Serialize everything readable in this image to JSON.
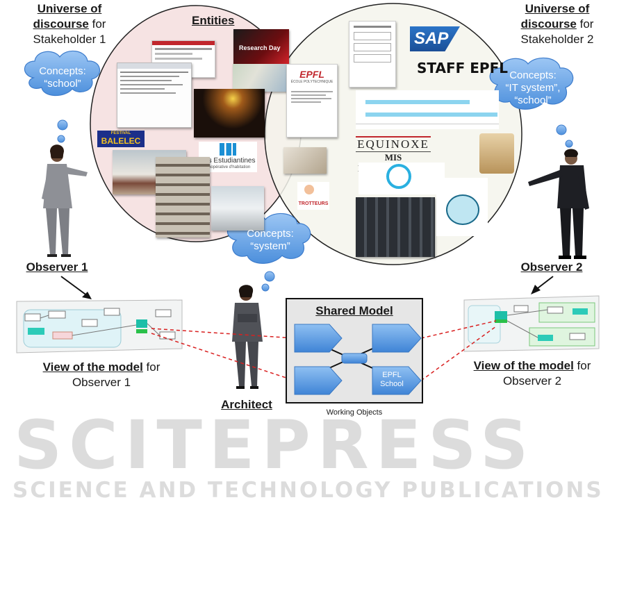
{
  "stakeholder1": {
    "line1": "Universe of",
    "line2_underlined": "discourse",
    "line2_rest": " for",
    "line3": "Stakeholder 1",
    "concepts_label": "Concepts:",
    "concepts_value": "“school”"
  },
  "stakeholder2": {
    "line1": "Universe of",
    "line2_underlined": "discourse",
    "line2_rest": " for",
    "line3": "Stakeholder 2",
    "concepts_label": "Concepts:",
    "concepts_value": "“IT system”,",
    "concepts_value2": "“school”"
  },
  "entities_title": "Entities",
  "entity_texts": {
    "research_day": "Research Day",
    "festival": "FESTIVAL",
    "balelec": "BALELEC",
    "les_etudiantines": "Les Estudiantines",
    "cooperative": "Coopérative d'habitation",
    "epfl": "EPFL",
    "ecole": "ÉCOLE POLYTECHNIQUE",
    "sap": "SAP",
    "staff_epfl": "STAFF EPFL",
    "equinoxe": "EQUINOXE",
    "mis_development": "MIS DEVELOPMENT",
    "trotteurs": "TROTTEURS"
  },
  "architect": {
    "concepts_label": "Concepts:",
    "concepts_value": "“system”",
    "label": "Architect"
  },
  "observer1": {
    "label": "Observer 1",
    "view_underlined": "View of the model",
    "view_rest": " for",
    "view_line2": "Observer 1"
  },
  "observer2": {
    "label": "Observer 2",
    "view_underlined": "View of the model",
    "view_rest": " for",
    "view_line2": "Observer 2"
  },
  "shared_model": {
    "title": "Shared Model",
    "node_label_line1": "EPFL",
    "node_label_line2": "School",
    "caption": "Working Objects"
  },
  "watermark": {
    "line1": "SCITEPRESS",
    "line2": "SCIENCE AND TECHNOLOGY PUBLICATIONS"
  },
  "colors": {
    "circle_left_fill": "#f6e3e3",
    "circle_right_fill": "#f4f4ec",
    "cloud_fill": "#6aa6ea",
    "arrow_fill": "#5b9be0",
    "dashed_line": "#d92020",
    "shared_model_bg": "#e6e6e6"
  }
}
